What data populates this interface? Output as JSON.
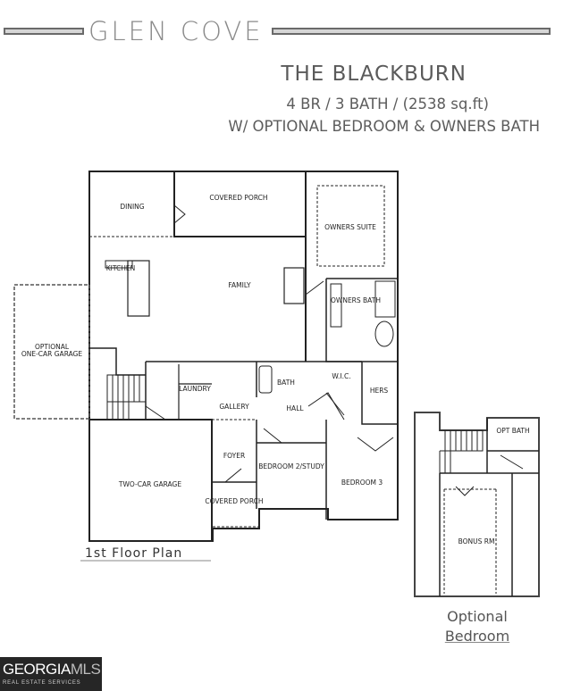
{
  "header": {
    "community": "GLEN COVE",
    "plan_name": "THE BLACKBURN",
    "specs": "4 BR / 3 BATH / (2538 sq.ft)",
    "options": "W/ OPTIONAL BEDROOM & OWNERS BATH"
  },
  "rooms": {
    "dining": "DINING",
    "covered_porch_rear": "COVERED PORCH",
    "owners_suite": "OWNERS SUITE",
    "kitchen": "KITCHEN",
    "family": "FAMILY",
    "owners_bath": "OWNERS BATH",
    "optional_garage_line1": "OPTIONAL",
    "optional_garage_line2": "ONE-CAR GARAGE",
    "laundry": "LAUNDRY",
    "gallery": "GALLERY",
    "bath": "BATH",
    "hall": "HALL",
    "his_hers": "HERS",
    "wic": "W.I.C.",
    "foyer": "FOYER",
    "bedroom_study": "BEDROOM 2/STUDY",
    "bedroom_3": "BEDROOM 3",
    "two_car_garage": "TWO-CAR GARAGE",
    "covered_porch_front": "COVERED PORCH",
    "opt_bath": "OPT BATH",
    "bonus_rm": "BONUS RM"
  },
  "captions": {
    "first_floor": "1st Floor Plan",
    "optional_line1": "Optional",
    "optional_line2": "Bedroom"
  },
  "logo": {
    "main": "GEORGIA",
    "mls": "MLS",
    "sub": "REAL ESTATE SERVICES"
  }
}
